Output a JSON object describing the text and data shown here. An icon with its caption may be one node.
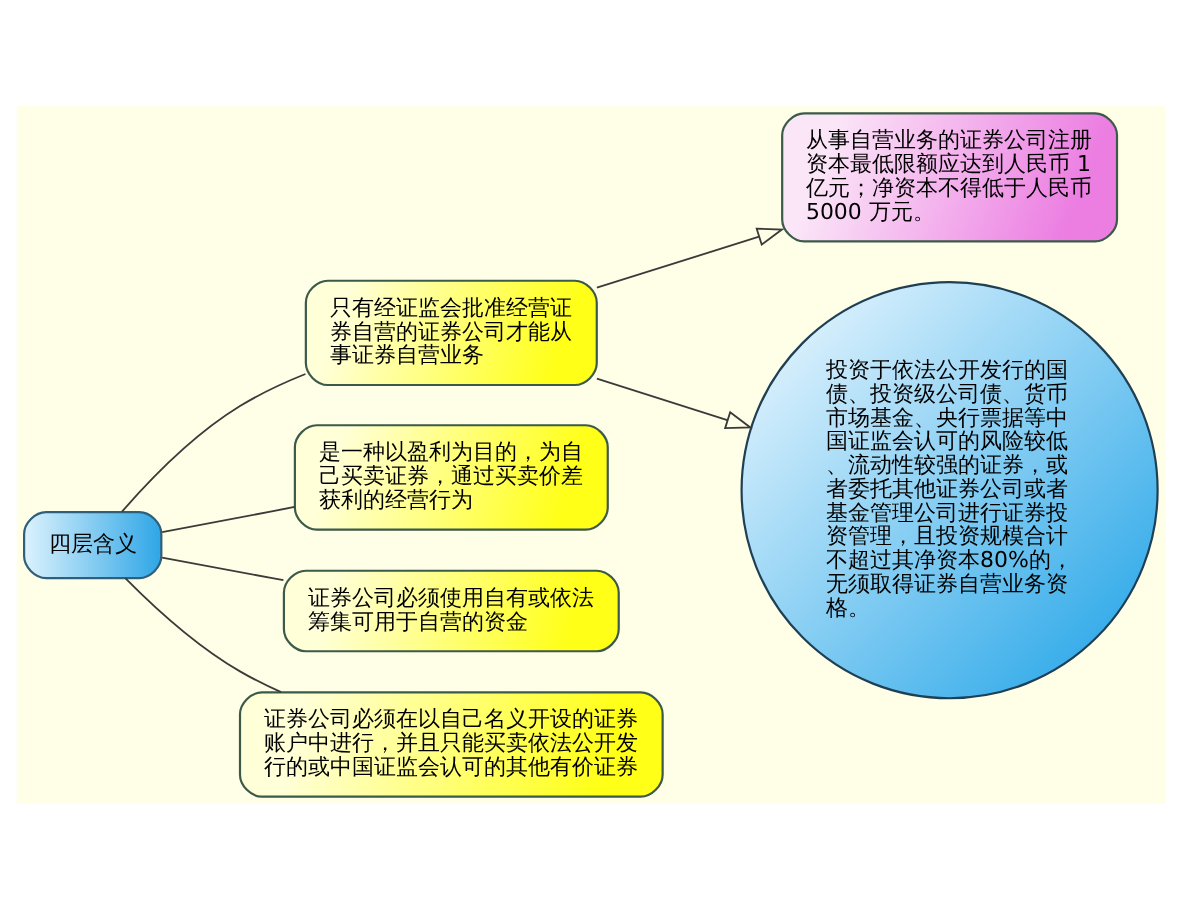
{
  "diagram": {
    "nodes": [
      {
        "text": [
          "四层含义"
        ]
      },
      {
        "text": [
          "只有经证监会批准经营证券自营的证券公司才能从事证券自营业务"
        ]
      },
      {
        "text": [
          "是一种以盈利为目的，为自己买卖证券，通过买卖价差获利的经营行为"
        ]
      },
      {
        "text": [
          "证券公司必须使用自有或依法筹集可用于自营的资金"
        ]
      },
      {
        "text": [
          "证券公司必须在以自己名义开设的证券账户中进行，并且只能买卖依法公开发行的或中国证监会认可的其他有价证券"
        ]
      },
      {
        "text": [
          "从事自营业务的证券公司注册资本最低限额应达到人民币 1亿元；净资本不得低于人民币5000 万元。"
        ]
      },
      {
        "text": [
          "投资于依法公开发行的国债、投资级公司债、货币市场基金、央行票据等中国证监会认可的风险较低、流动性较强的证券，或者委托其他证券公司或者基金管理公司进行证券投资管理，且投资规模合计不超过其净资本80%的，无须取得证券自营业务资格。"
        ]
      }
    ],
    "edges": [
      {
        "from": 0,
        "to": 1,
        "arrow": "none"
      },
      {
        "from": 0,
        "to": 2,
        "arrow": "none"
      },
      {
        "from": 0,
        "to": 3,
        "arrow": "none"
      },
      {
        "from": 0,
        "to": 4,
        "arrow": "none"
      },
      {
        "from": 1,
        "to": 5,
        "arrow": "to"
      },
      {
        "from": 1,
        "to": 6,
        "arrow": "to"
      }
    ]
  }
}
